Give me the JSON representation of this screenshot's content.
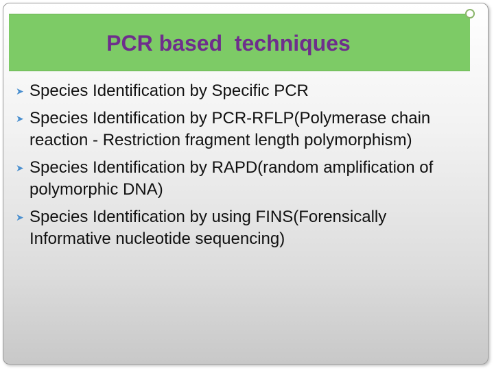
{
  "slide": {
    "title": "PCR based  techniques",
    "bullets": [
      "Species Identification by Specific PCR",
      "Species Identification by PCR-RFLP(Polymerase chain reaction - Restriction fragment length polymorphism)",
      "Species Identification by RAPD(random amplification of polymorphic DNA)",
      "Species Identification by using FINS(Forensically Informative nucleotide sequencing)"
    ],
    "bullet_icon": "arrow-right-icon",
    "colors": {
      "title_bg": "#7dcb66",
      "title_text": "#6e2e8c",
      "bullet": "#4a8fcf",
      "body_text": "#111111"
    }
  }
}
